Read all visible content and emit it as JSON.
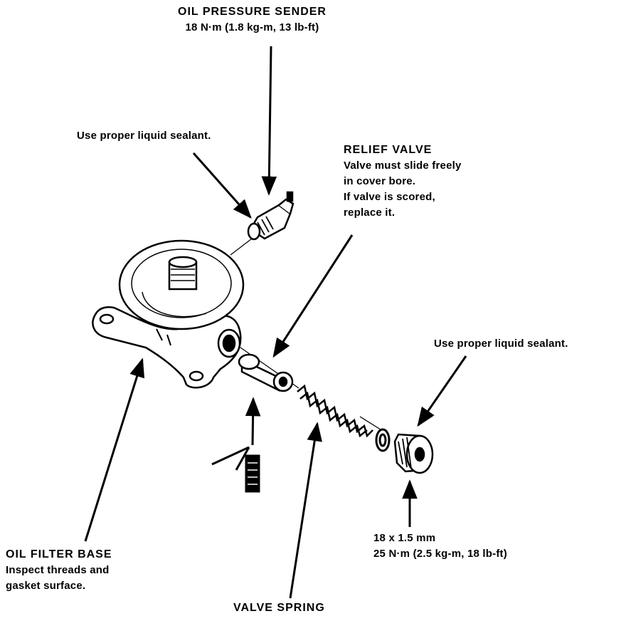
{
  "labels": {
    "oil_pressure_sender": {
      "title": "OIL PRESSURE SENDER",
      "torque": "18 N·m (1.8 kg-m, 13 lb-ft)"
    },
    "sealant_note_1": "Use proper liquid sealant.",
    "relief_valve": {
      "title": "RELIEF VALVE",
      "lines": [
        "Valve must slide freely",
        "in cover bore.",
        "If valve is scored,",
        "replace it."
      ]
    },
    "sealant_note_2": "Use proper liquid sealant.",
    "oil_filter_base": {
      "title": "OIL FILTER BASE",
      "lines": [
        "Inspect threads and",
        "gasket surface."
      ]
    },
    "valve_spring": {
      "title": "VALVE SPRING"
    },
    "plug_spec": {
      "size": "18 x 1.5 mm",
      "torque": "25 N·m (2.5 kg-m, 18 lb-ft)"
    }
  },
  "icons": [
    "oil-filter-base-drawing",
    "oil-pressure-sender-drawing",
    "relief-valve-drawing",
    "valve-spring-drawing",
    "sealing-washer-drawing",
    "plug-bolt-drawing",
    "oil-application-symbol-icon"
  ]
}
